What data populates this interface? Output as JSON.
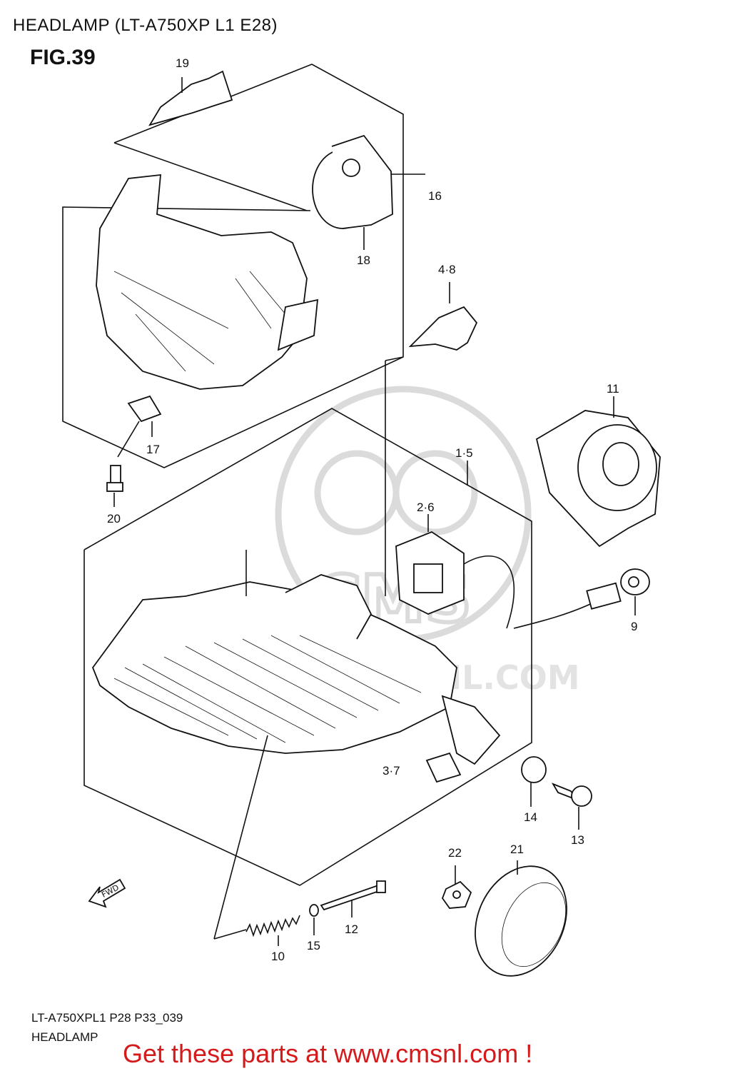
{
  "page": {
    "title": "HEADLAMP (LT-A750XP L1 E28)",
    "figure": "FIG.39",
    "footer_code": "LT-A750XPL1 P28 P33_039",
    "footer_name": "HEADLAMP",
    "promo": "Get these parts at www.cmsnl.com !"
  },
  "watermark": {
    "text": "WWW.CMSNL.COM",
    "logo": "CMS"
  },
  "direction": {
    "label": "FWD"
  },
  "callouts": [
    {
      "id": "c19",
      "label": "19"
    },
    {
      "id": "c16",
      "label": "16"
    },
    {
      "id": "c18",
      "label": "18"
    },
    {
      "id": "c4-8",
      "label": "4·8"
    },
    {
      "id": "c11",
      "label": "11"
    },
    {
      "id": "c1-5",
      "label": "1·5"
    },
    {
      "id": "c17",
      "label": "17"
    },
    {
      "id": "c20",
      "label": "20"
    },
    {
      "id": "c2-6",
      "label": "2·6"
    },
    {
      "id": "c9",
      "label": "9"
    },
    {
      "id": "c3-7",
      "label": "3·7"
    },
    {
      "id": "c14",
      "label": "14"
    },
    {
      "id": "c13",
      "label": "13"
    },
    {
      "id": "c22",
      "label": "22"
    },
    {
      "id": "c21",
      "label": "21"
    },
    {
      "id": "c12",
      "label": "12"
    },
    {
      "id": "c15",
      "label": "15"
    },
    {
      "id": "c10",
      "label": "10"
    }
  ]
}
